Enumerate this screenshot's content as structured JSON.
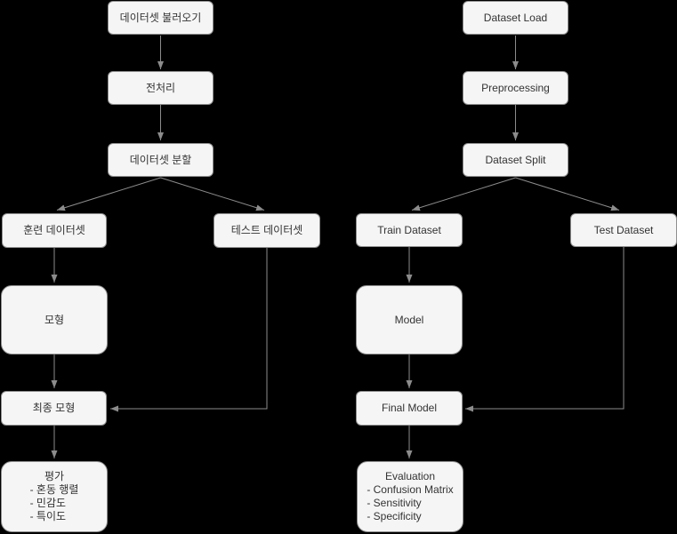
{
  "diagram": {
    "type": "flowchart",
    "colors": {
      "background": "#000000",
      "box_fill": "#f5f5f5",
      "box_border": "#8f8f8f",
      "arrow": "#8c8c8c",
      "text": "#333333"
    },
    "korean": {
      "dataset_load": "데이터셋 불러오기",
      "preprocessing": "전처리",
      "dataset_split": "데이터셋 분할",
      "train_dataset": "훈련 데이터셋",
      "test_dataset": "테스트 데이터셋",
      "model": "모형",
      "final_model": "최종 모형",
      "evaluation": {
        "title": "평가",
        "items": [
          "- 혼동 행렬",
          "- 민감도",
          "- 특이도"
        ]
      }
    },
    "english": {
      "dataset_load": "Dataset Load",
      "preprocessing": "Preprocessing",
      "dataset_split": "Dataset Split",
      "train_dataset": "Train Dataset",
      "test_dataset": "Test Dataset",
      "model": "Model",
      "final_model": "Final Model",
      "evaluation": {
        "title": "Evaluation",
        "items": [
          "- Confusion Matrix",
          "- Sensitivity",
          "- Specificity"
        ]
      }
    }
  }
}
